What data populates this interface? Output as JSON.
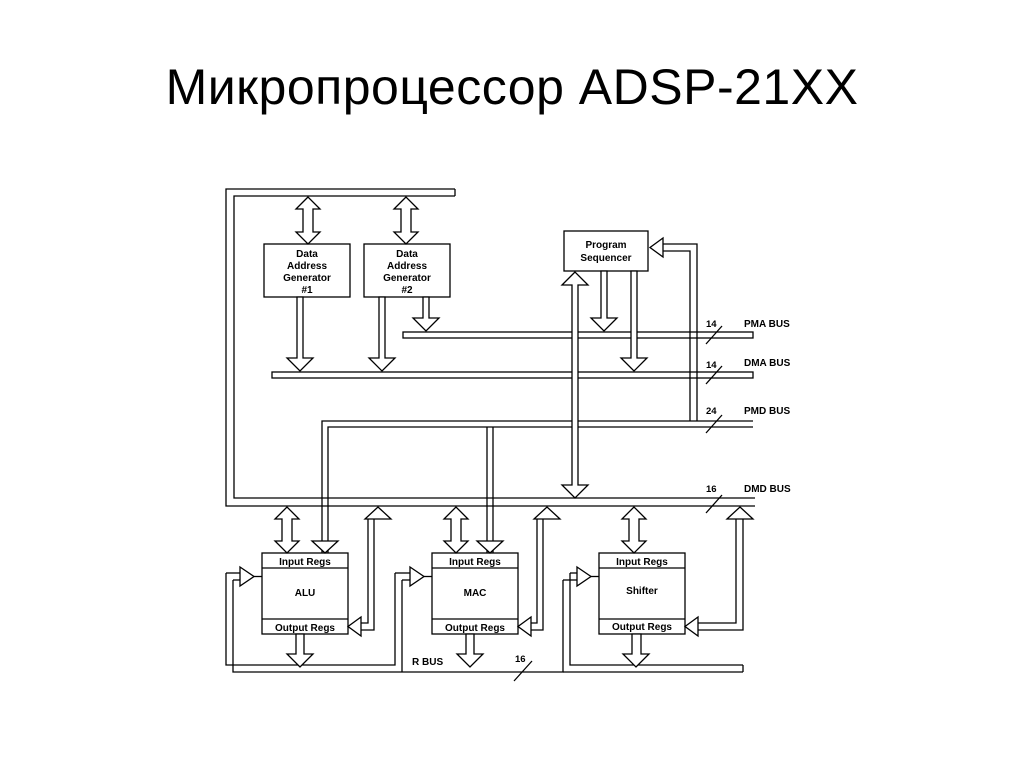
{
  "title": "Микропроцессор ADSP-21XX",
  "blocks": {
    "dag1": [
      "Data",
      "Address",
      "Generator",
      "#1"
    ],
    "dag2": [
      "Data",
      "Address",
      "Generator",
      "#2"
    ],
    "sequencer": [
      "Program",
      "Sequencer"
    ],
    "alu": {
      "input": "Input Regs",
      "name": "ALU",
      "output": "Output Regs"
    },
    "mac": {
      "input": "Input Regs",
      "name": "MAC",
      "output": "Output Regs"
    },
    "shifter": {
      "input": "Input Regs",
      "name": "Shifter",
      "output": "Output Regs"
    }
  },
  "buses": {
    "pma": {
      "label": "PMA BUS",
      "width": "14"
    },
    "dma": {
      "label": "DMA BUS",
      "width": "14"
    },
    "pmd": {
      "label": "PMD BUS",
      "width": "24"
    },
    "dmd": {
      "label": "DMD BUS",
      "width": "16"
    },
    "r": {
      "label": "R BUS",
      "width": "16"
    }
  }
}
